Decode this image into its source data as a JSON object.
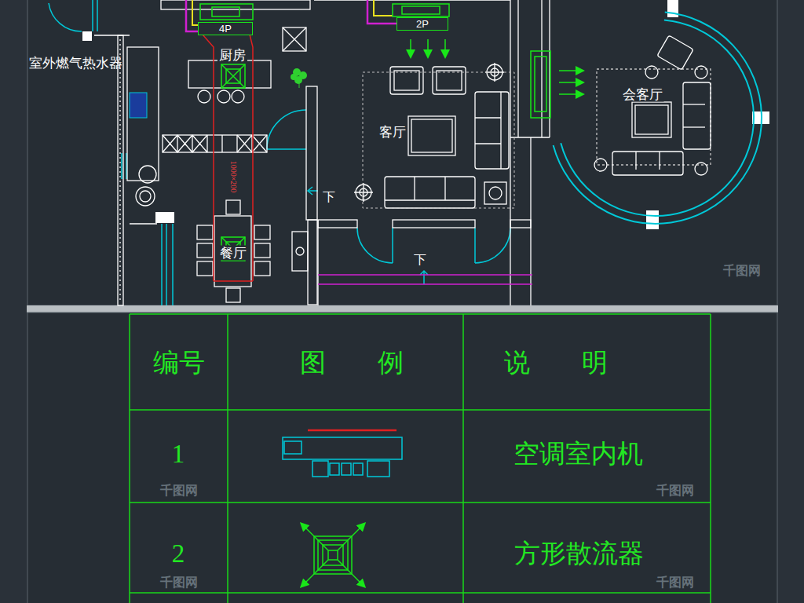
{
  "diagram": {
    "nodes": [
      {
        "text": [
          "4P"
        ]
      },
      {
        "text": [
          "2P"
        ]
      },
      {
        "text": [
          "会客厅"
        ]
      }
    ],
    "labels": [
      "室外燃气热水器",
      "厨房",
      "客厅",
      "下",
      "1000×200",
      "餐厅",
      "下",
      "编号",
      "图　　例",
      "说　　明",
      "1",
      "2",
      "千图网",
      "千图网",
      "千图网",
      "千图网",
      "千图网"
    ],
    "legend": [
      {
        "text": "空调室内机"
      },
      {
        "text": "方形散流器"
      }
    ]
  }
}
